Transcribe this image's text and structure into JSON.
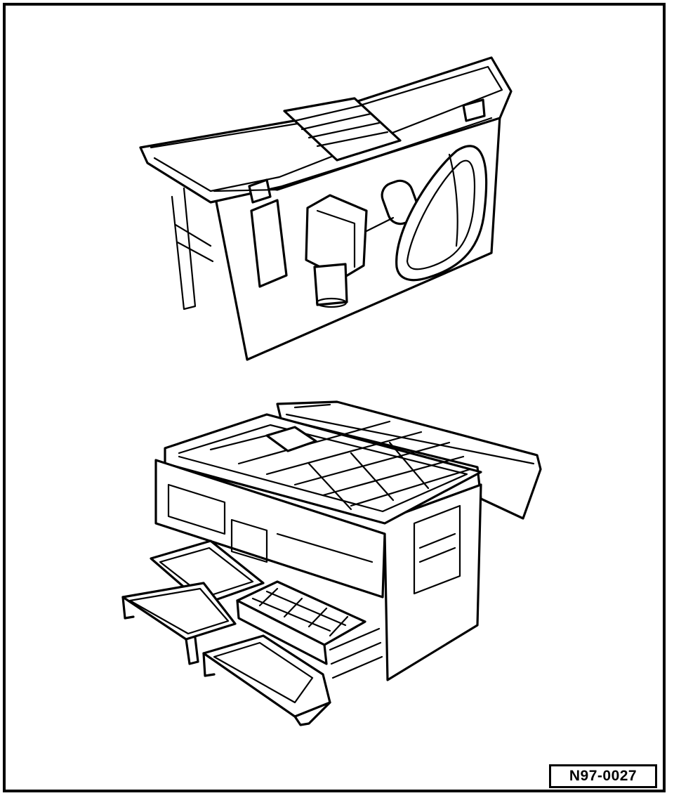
{
  "figure": {
    "reference_code": "N97-0027",
    "items": [
      {
        "id": "closed-case",
        "icon": "closed-toolbox-illustration"
      },
      {
        "id": "open-case",
        "icon": "open-toolbox-illustration"
      }
    ],
    "colors": {
      "line": "#000000",
      "background": "#ffffff"
    }
  }
}
